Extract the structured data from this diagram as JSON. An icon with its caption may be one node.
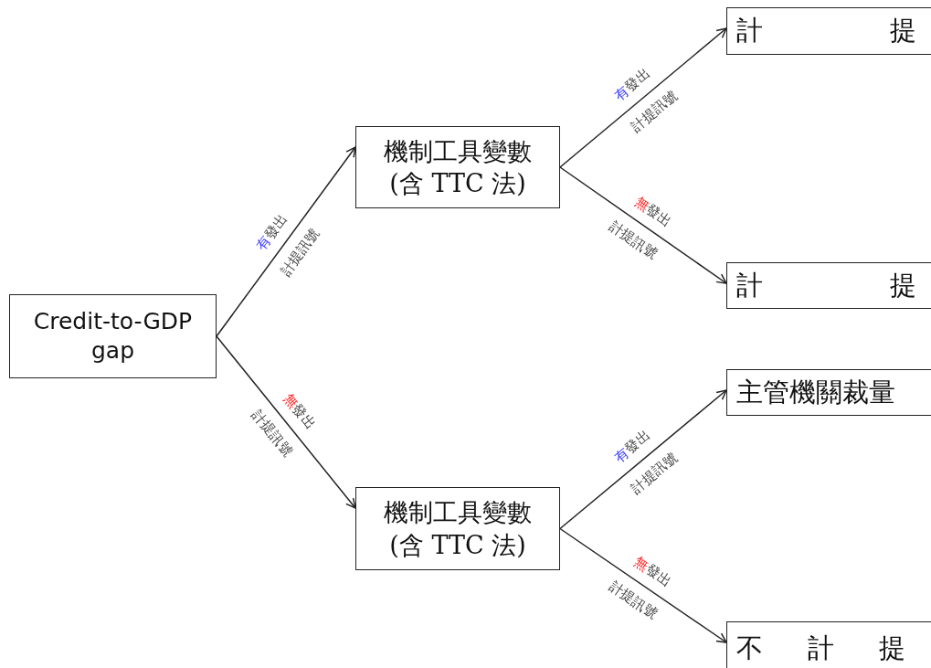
{
  "diagram": {
    "nodes": [
      {
        "text": [
          "Credit-to-GDP gap"
        ]
      },
      {
        "text": [
          "機制工具變數 (含 TTC 法)"
        ]
      },
      {
        "text": [
          "機制工具變數 (含 TTC 法)"
        ]
      },
      {
        "text": [
          "計 提"
        ]
      },
      {
        "text": [
          "計 提"
        ]
      },
      {
        "text": [
          "主管機關裁量"
        ]
      },
      {
        "text": [
          "不 計 提"
        ]
      }
    ],
    "edges": [
      {
        "from": 0,
        "to": 1,
        "arrow": "to",
        "label": "有發出計提訊號"
      },
      {
        "from": 0,
        "to": 2,
        "arrow": "to",
        "label": "無發出計提訊號"
      },
      {
        "from": 1,
        "to": 3,
        "arrow": "to",
        "label": "有發出計提訊號"
      },
      {
        "from": 1,
        "to": 4,
        "arrow": "to",
        "label": "無發出計提訊號"
      },
      {
        "from": 2,
        "to": 5,
        "arrow": "to",
        "label": "有發出計提訊號"
      },
      {
        "from": 2,
        "to": 6,
        "arrow": "to",
        "label": "無發出計提訊號"
      }
    ]
  }
}
